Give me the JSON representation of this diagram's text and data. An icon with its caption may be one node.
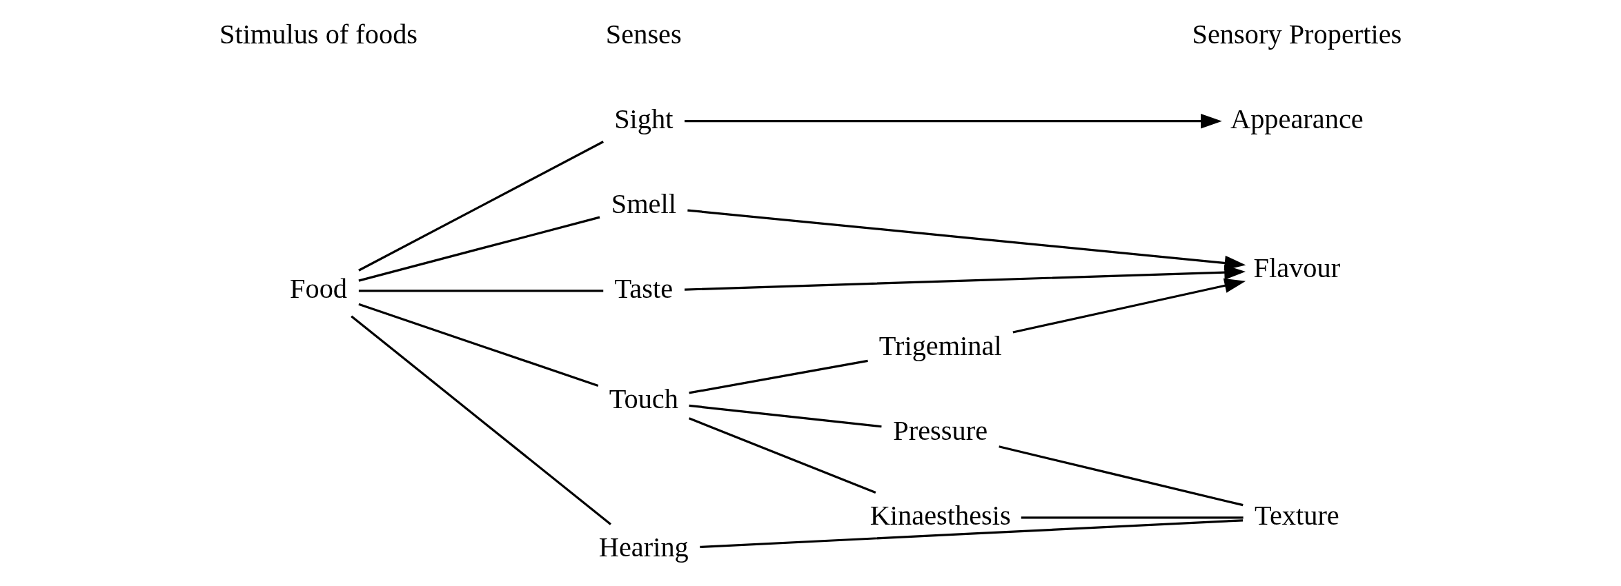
{
  "diagram": {
    "nodes": [
      {
        "text": [
          "Food"
        ]
      },
      {
        "text": [
          "Sight"
        ]
      },
      {
        "text": [
          "Smell"
        ]
      },
      {
        "text": [
          "Taste"
        ]
      },
      {
        "text": [
          "Touch"
        ]
      },
      {
        "text": [
          "Hearing"
        ]
      },
      {
        "text": [
          "Trigeminal"
        ]
      },
      {
        "text": [
          "Pressure"
        ]
      },
      {
        "text": [
          "Kinaesthesis"
        ]
      },
      {
        "text": [
          "Appearance"
        ]
      },
      {
        "text": [
          "Flavour"
        ]
      },
      {
        "text": [
          "Texture"
        ]
      }
    ],
    "edges": [
      {
        "from": 0,
        "to": 1,
        "arrow": "none"
      },
      {
        "from": 0,
        "to": 2,
        "arrow": "none"
      },
      {
        "from": 0,
        "to": 3,
        "arrow": "none"
      },
      {
        "from": 0,
        "to": 4,
        "arrow": "none"
      },
      {
        "from": 0,
        "to": 5,
        "arrow": "none"
      },
      {
        "from": 1,
        "to": 9,
        "arrow": "to"
      },
      {
        "from": 2,
        "to": 10,
        "arrow": "to"
      },
      {
        "from": 3,
        "to": 10,
        "arrow": "to"
      },
      {
        "from": 4,
        "to": 6,
        "arrow": "none"
      },
      {
        "from": 4,
        "to": 7,
        "arrow": "none"
      },
      {
        "from": 4,
        "to": 8,
        "arrow": "none"
      },
      {
        "from": 6,
        "to": 10,
        "arrow": "to"
      },
      {
        "from": 7,
        "to": 11,
        "arrow": "none"
      },
      {
        "from": 8,
        "to": 11,
        "arrow": "none"
      },
      {
        "from": 5,
        "to": 11,
        "arrow": "none"
      }
    ],
    "labels": [
      "Stimulus of foods",
      "Senses",
      "Sensory Properties"
    ]
  }
}
